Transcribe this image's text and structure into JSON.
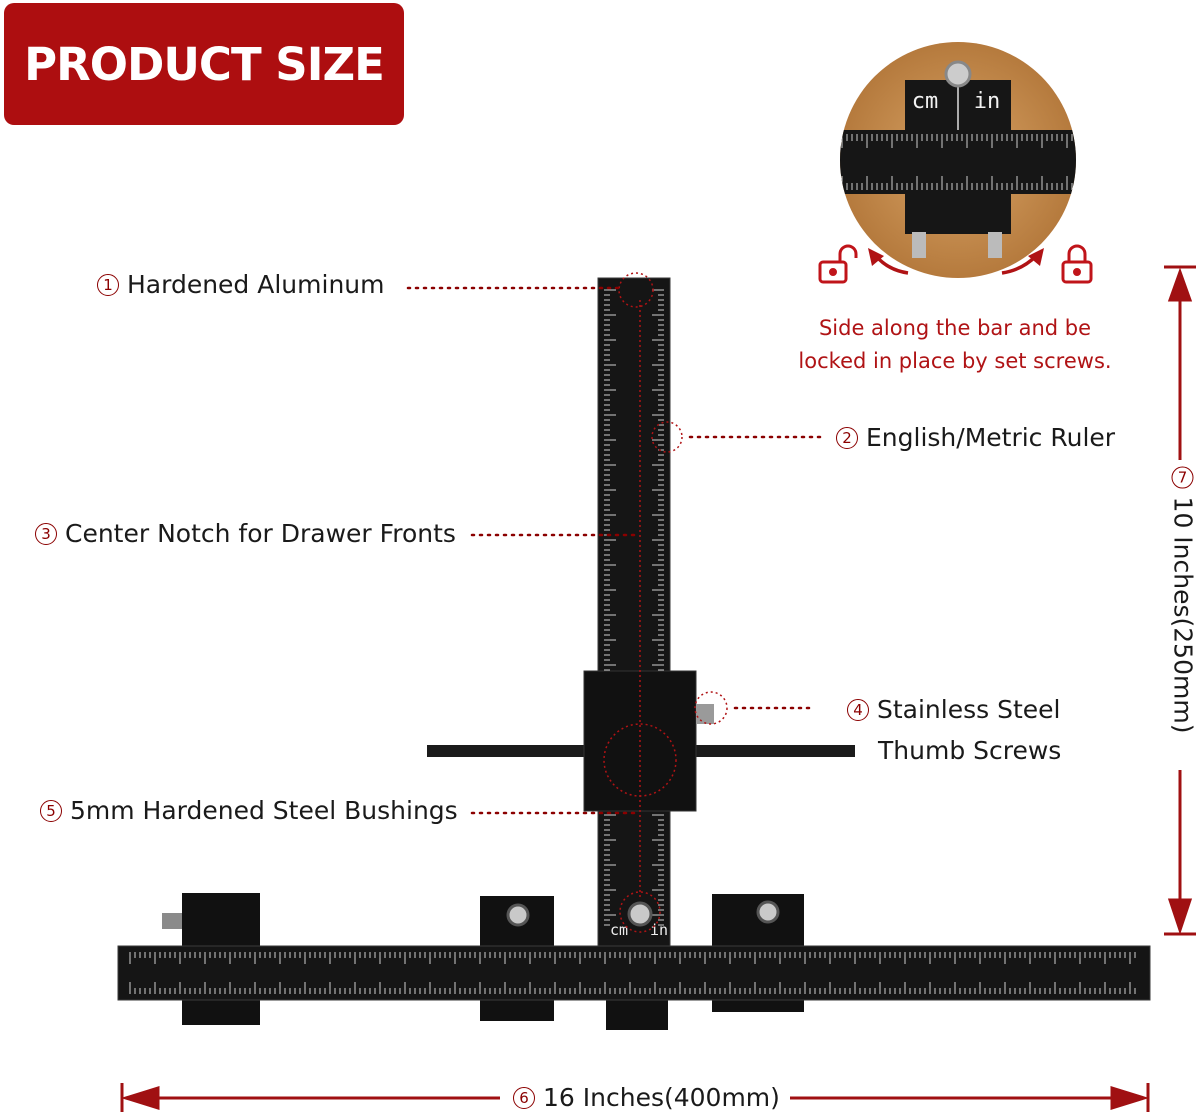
{
  "badge": {
    "title": "PRODUCT SIZE"
  },
  "features": [
    {
      "num": "1",
      "text": "Hardened Aluminum"
    },
    {
      "num": "2",
      "text": "English/Metric Ruler"
    },
    {
      "num": "3",
      "text": "Center Notch for Drawer Fronts"
    },
    {
      "num": "4",
      "text": "Stainless Steel",
      "text2": "Thumb Screws"
    },
    {
      "num": "5",
      "text": "5mm Hardened Steel Bushings"
    }
  ],
  "caption": {
    "line1": "Side along the bar and be",
    "line2": "locked in place by set screws."
  },
  "dimensions": {
    "height": {
      "num": "7",
      "text": "10 Inches(250mm)"
    },
    "width": {
      "num": "6",
      "text": "16 Inches(400mm)"
    }
  },
  "ruler": {
    "unit_cm": "cm",
    "unit_in": "in"
  },
  "inset": {
    "unit_cm": "cm",
    "unit_in": "in"
  },
  "colors": {
    "accent": "#ad0e10",
    "tool": "#141414",
    "dots": "#8b0000"
  },
  "icons": [
    "unlock-icon",
    "lock-icon"
  ]
}
